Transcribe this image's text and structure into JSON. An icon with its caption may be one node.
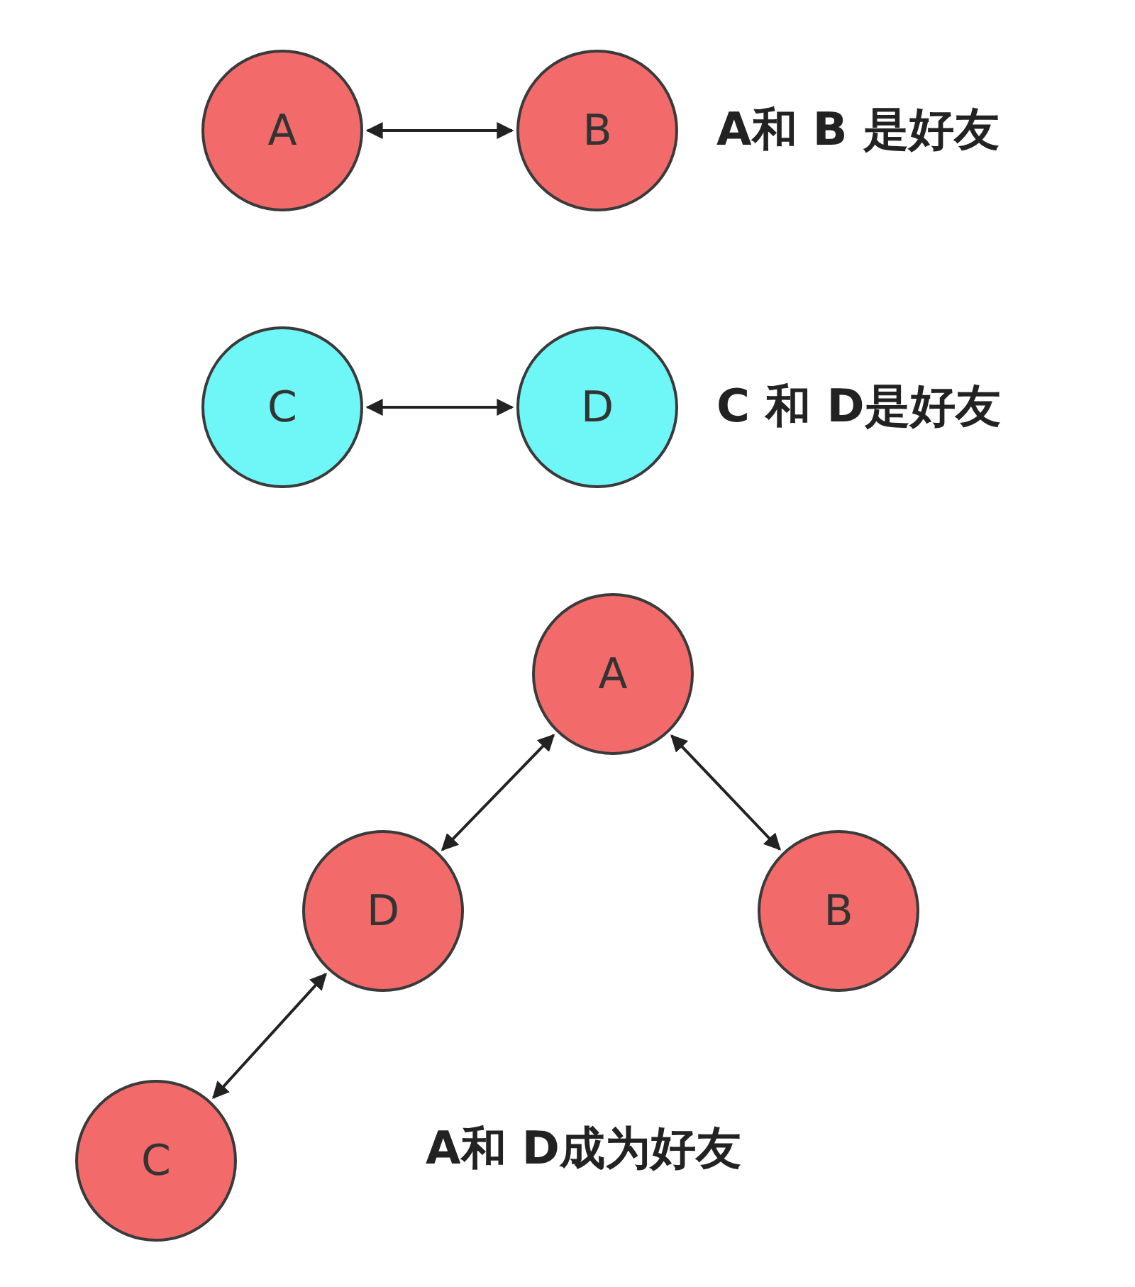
{
  "diagram": {
    "nodes": [
      {
        "text": [
          "A"
        ]
      },
      {
        "text": [
          "B"
        ]
      },
      {
        "text": [
          "C"
        ]
      },
      {
        "text": [
          "D"
        ]
      },
      {
        "text": [
          "A"
        ]
      },
      {
        "text": [
          "D"
        ]
      },
      {
        "text": [
          "B"
        ]
      },
      {
        "text": [
          "C"
        ]
      }
    ],
    "edges": [
      {
        "from": 0,
        "to": 1,
        "arrow": "both"
      },
      {
        "from": 2,
        "to": 3,
        "arrow": "both"
      },
      {
        "from": 4,
        "to": 5,
        "arrow": "both"
      },
      {
        "from": 4,
        "to": 6,
        "arrow": "both"
      },
      {
        "from": 5,
        "to": 7,
        "arrow": "both"
      }
    ],
    "labels": [
      "A和 B 是好友",
      "C 和 D是好友",
      "A和 D成为好友"
    ]
  }
}
